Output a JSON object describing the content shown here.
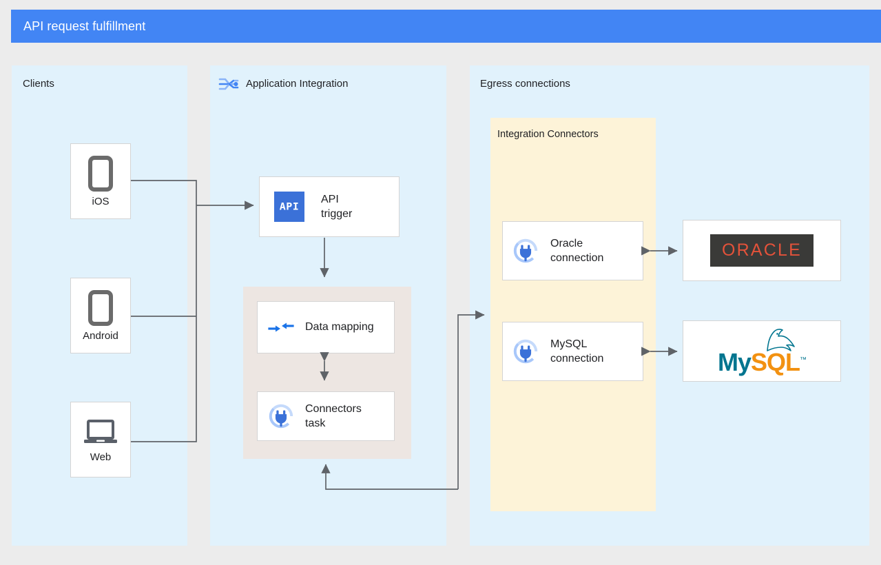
{
  "header": {
    "title": "API request fulfillment",
    "bar_color": "#4285f4",
    "text_color": "#ffffff"
  },
  "panels": {
    "clients": {
      "label": "Clients",
      "background": "#e1f2fc"
    },
    "application_integration": {
      "label": "Application Integration",
      "icon": "application-integration-icon",
      "background": "#e1f2fc"
    },
    "egress": {
      "label": "Egress connections",
      "background": "#e1f2fc"
    }
  },
  "clients": [
    {
      "label": "iOS",
      "icon": "mobile-phone-icon"
    },
    {
      "label": "Android",
      "icon": "mobile-phone-icon"
    },
    {
      "label": "Web",
      "icon": "laptop-icon"
    }
  ],
  "integration": {
    "api_trigger": {
      "label": "API\ntrigger",
      "icon": "api-icon",
      "icon_text": "API"
    },
    "data_mapping": {
      "label": "Data mapping",
      "icon": "data-mapping-icon"
    },
    "connectors_task": {
      "label": "Connectors\ntask",
      "icon": "connector-plug-icon"
    }
  },
  "integration_connectors": {
    "label": "Integration Connectors",
    "background": "#fdf3d8",
    "connections": [
      {
        "label": "Oracle\nconnection",
        "icon": "connector-plug-icon"
      },
      {
        "label": "MySQL\nconnection",
        "icon": "connector-plug-icon"
      }
    ]
  },
  "backends": [
    {
      "name": "oracle-logo",
      "text": "ORACLE",
      "text_color": "#e4523a",
      "background": "#3a3a38"
    },
    {
      "name": "mysql-logo",
      "text_primary": "My",
      "text_secondary": "SQL",
      "trademark": "™",
      "primary_color": "#00758f",
      "secondary_color": "#f29111"
    }
  ],
  "colors": {
    "panel_blue": "#e1f2fc",
    "group_yellow": "#fdf3d8",
    "subgroup_beige": "#ede6e2",
    "edge_gray": "#5f6368",
    "accent_blue": "#3b71d8",
    "canvas": "#ececec"
  }
}
